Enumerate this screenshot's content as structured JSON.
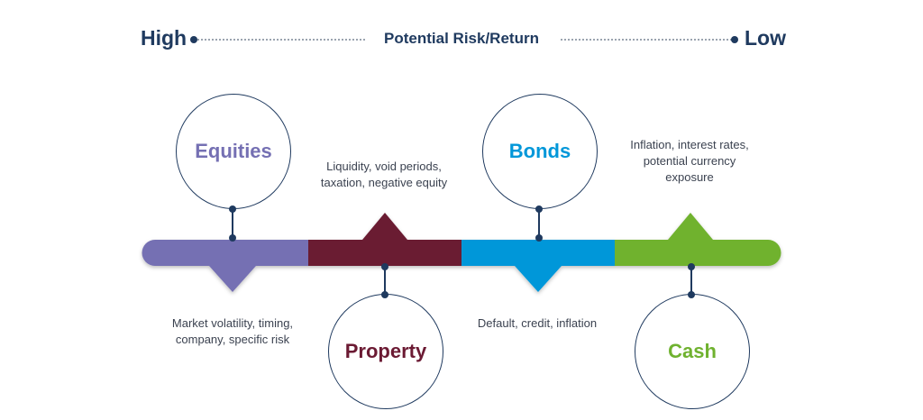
{
  "header": {
    "high": "High",
    "title": "Potential Risk/Return",
    "low": "Low"
  },
  "segments": [
    {
      "name": "Equities",
      "color": "#7570b3",
      "risks": "Market volatility, timing,\ncompany, specific risk"
    },
    {
      "name": "Property",
      "color": "#6b1a33",
      "risks": "Liquidity, void periods,\ntaxation, negative equity"
    },
    {
      "name": "Bonds",
      "color": "#0097d9",
      "risks": "Default, credit, inflation"
    },
    {
      "name": "Cash",
      "color": "#6fb22f",
      "risks": "Inflation, interest rates,\npotential currency\nexposure"
    }
  ]
}
